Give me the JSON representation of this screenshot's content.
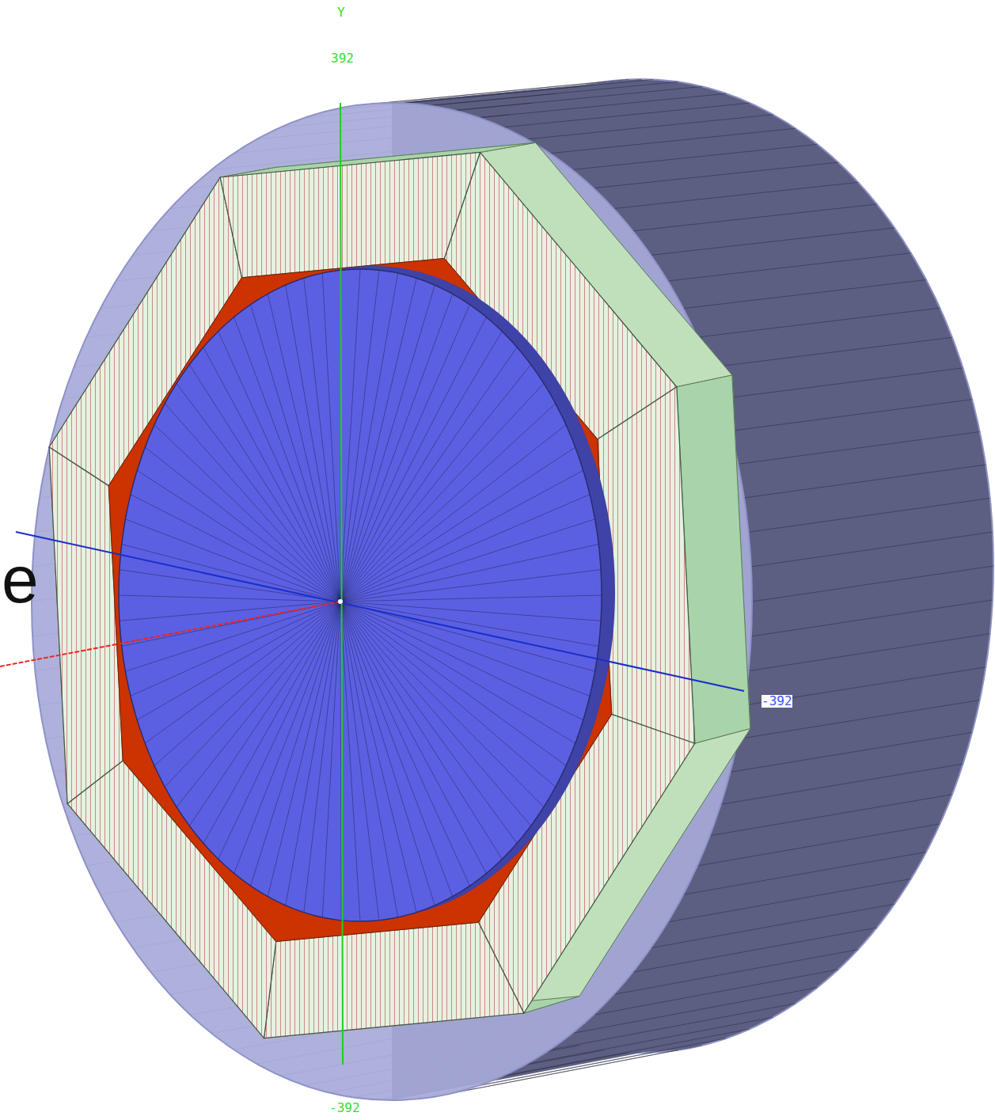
{
  "diagram": {
    "labels": [
      "Y",
      "392",
      "-392",
      "-392",
      "e"
    ]
  }
}
